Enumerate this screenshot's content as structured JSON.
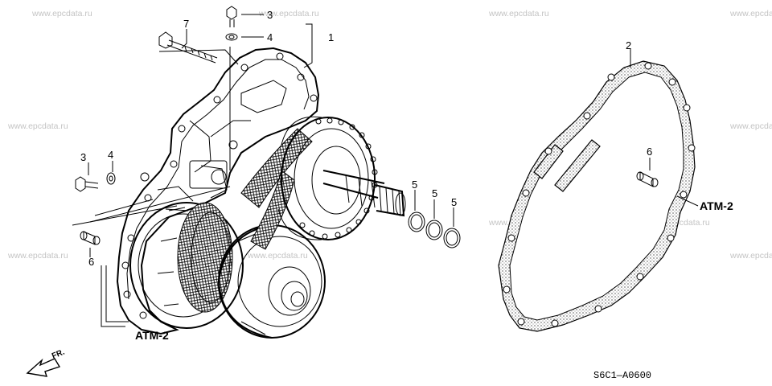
{
  "watermark": "www.epcdata.ru",
  "callouts": {
    "c1": "1",
    "c2": "2",
    "c3a": "3",
    "c3b": "3",
    "c4a": "4",
    "c4b": "4",
    "c5a": "5",
    "c5b": "5",
    "c5c": "5",
    "c6a": "6",
    "c6b": "6",
    "c7": "7"
  },
  "references": {
    "atm_left": "ATM-2",
    "atm_right": "ATM-2"
  },
  "front_marker": "FR.",
  "diagram_code": "S6C1—A0600"
}
